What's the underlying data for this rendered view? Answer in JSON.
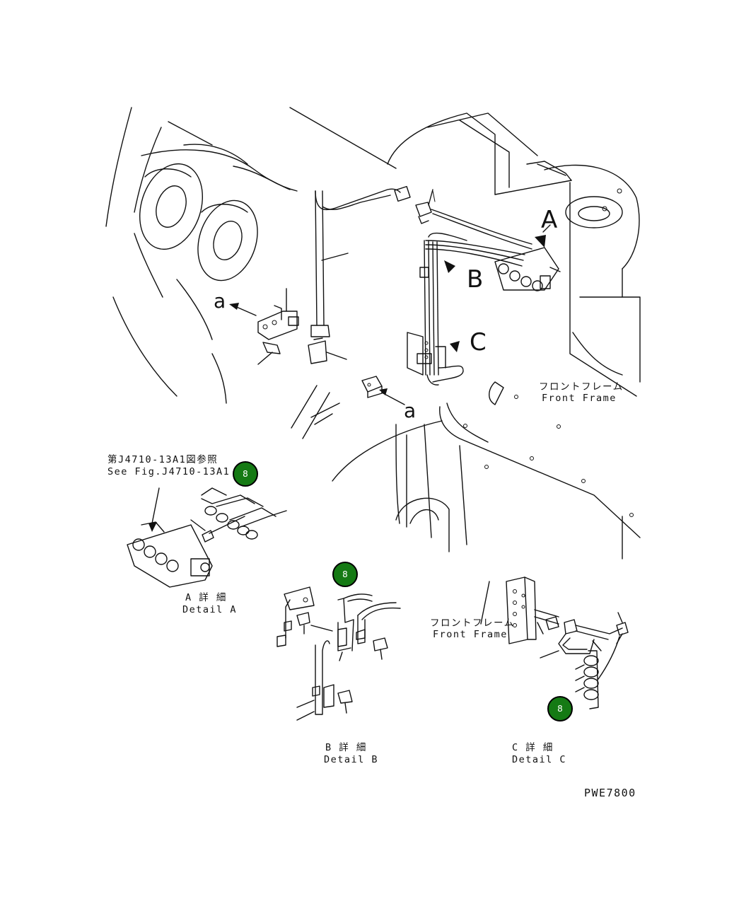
{
  "labels": {
    "view_a": "A",
    "view_b": "B",
    "view_c": "C",
    "section_a_upper": "a",
    "section_a_lower": "a",
    "front_frame_jp": "フロントフレーム",
    "front_frame_en": "Front Frame",
    "ref_jp": "第J4710-13A1図参照",
    "ref_en": "See Fig.J4710-13A1",
    "detail_a_jp": "A 詳 細",
    "detail_a_en": "Detail A",
    "detail_b_jp": "B 詳 細",
    "detail_b_en": "Detail B",
    "detail_c_jp": "C 詳 細",
    "detail_c_en": "Detail C",
    "detail_c_frame_jp": "フロントフレーム",
    "detail_c_frame_en": "Front Frame",
    "drawing_code": "PWE7800"
  },
  "callouts": [
    {
      "id": "callout-detail-a",
      "number": "8"
    },
    {
      "id": "callout-detail-b",
      "number": "8"
    },
    {
      "id": "callout-detail-c",
      "number": "8"
    }
  ],
  "colors": {
    "callout_fill": "#157a14",
    "line": "#111111"
  }
}
